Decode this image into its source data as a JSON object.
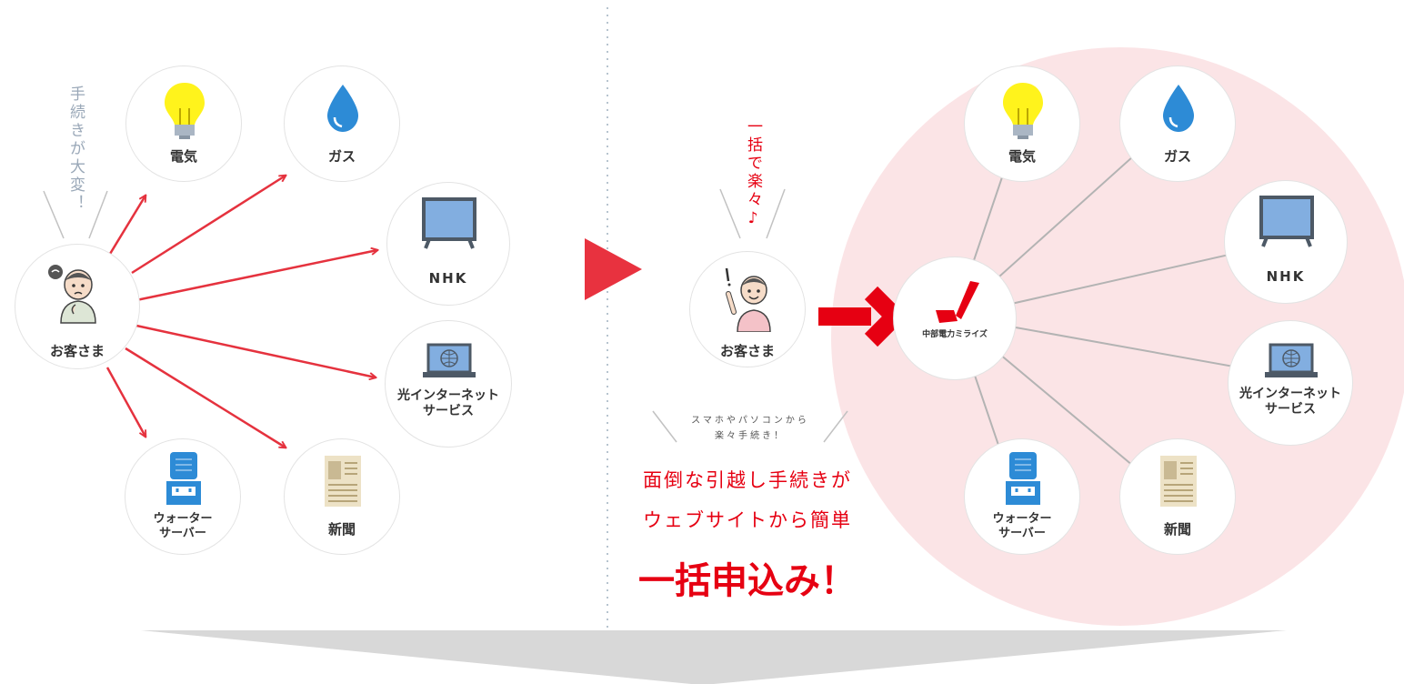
{
  "services": {
    "electricity": "電気",
    "gas": "ガス",
    "nhk": "NHK",
    "internet": "光インターネット\nサービス",
    "water": "ウォーター\nサーバー",
    "newspaper": "新聞"
  },
  "customer": "お客さま",
  "left_speech": "手続きが大変！",
  "right_speech": "一括で楽々♪",
  "hub_label": "中部電力ミライズ",
  "tagline_small": "スマホやパソコンから\n楽々手続き！",
  "tagline_line1": "面倒な引越し手続きが",
  "tagline_line2": "ウェブサイトから簡単",
  "tagline_big": "一括申込み！",
  "colors": {
    "accent": "#e60012",
    "arrow_red": "#e5323e",
    "pink_bg": "#fbe4e6",
    "gray_text": "#9aa8b8",
    "bottom_arrow": "#d8d8d8"
  }
}
